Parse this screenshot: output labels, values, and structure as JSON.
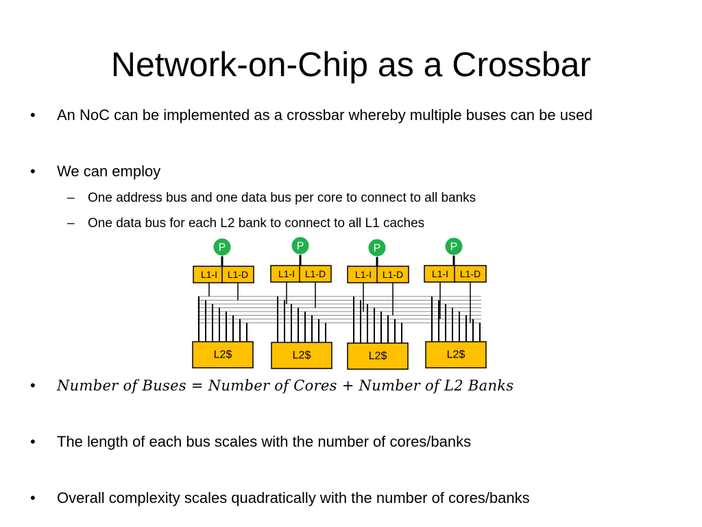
{
  "slide": {
    "title": "Network-on-Chip as a Crossbar",
    "bullets": [
      "An NoC can be implemented as a crossbar whereby multiple buses can be used",
      "We can employ",
      "Number of Buses = Number of Cores + Number of L2 Banks",
      "The length of each bus scales with the number of cores/banks",
      "Overall complexity scales quadratically with the number of cores/banks"
    ],
    "sub_bullets": [
      "One address bus and one data bus per core to connect to all banks",
      "One data bus for each L2 bank to connect to all L1 caches"
    ]
  },
  "diagram": {
    "processor_label": "P",
    "l1i_label": "L1-I",
    "l1d_label": "L1-D",
    "l2_label": "L2$",
    "core_count": 4,
    "colors": {
      "processor": "#21b04b",
      "cache": "#ffc000",
      "line": "#000000",
      "bus": "#888888"
    }
  }
}
